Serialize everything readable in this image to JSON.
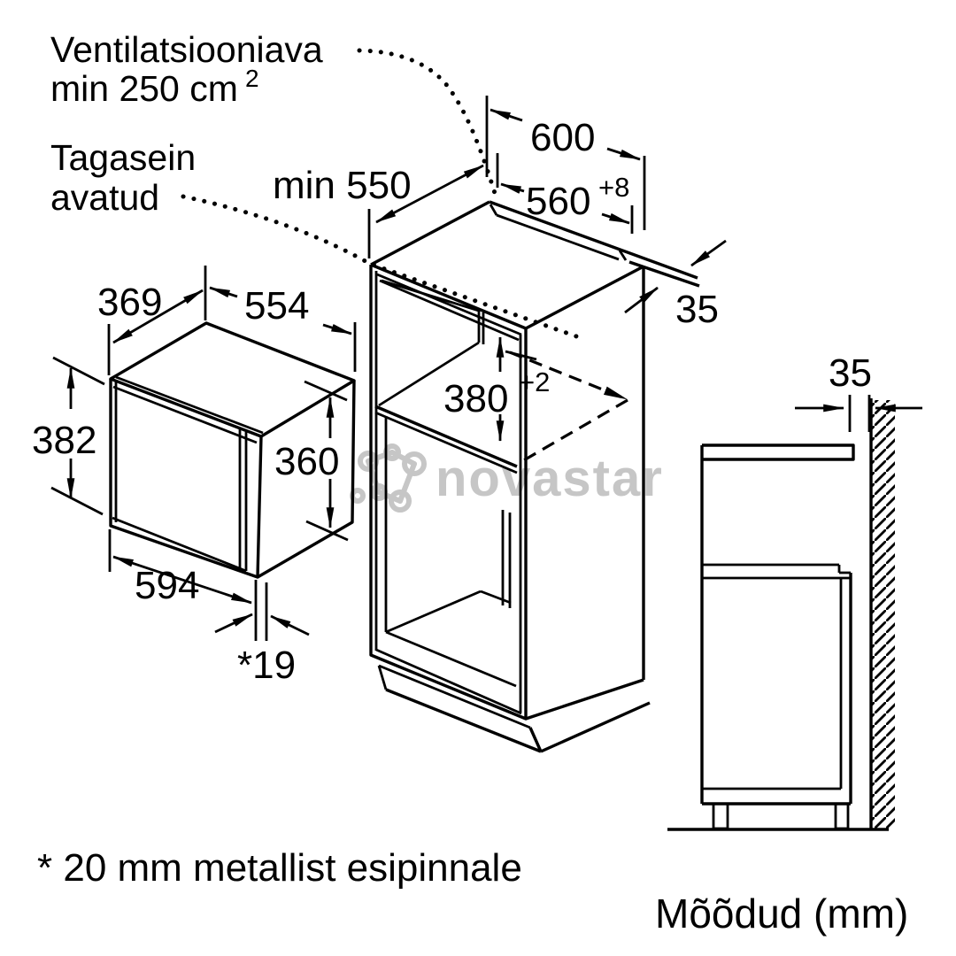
{
  "canvas": {
    "background": "#ffffff",
    "line_color": "#000000",
    "watermark_color": "#c6c6c6"
  },
  "annotations": {
    "ventilation_line1": "Ventilatsiooniava",
    "ventilation_line2": "min 250 cm",
    "ventilation_sup": "2",
    "back_open_line1": "Tagasein",
    "back_open_line2": "avatud",
    "footnote": "* 20 mm metallist esipinnale",
    "units_caption": "Mõõdud (mm)"
  },
  "dimensions": {
    "niche_depth_min": "min 550",
    "cabinet_width": "600",
    "niche_width": "560",
    "niche_width_tolerance": "+8",
    "side_panel_thickness": "35",
    "niche_height": "380",
    "niche_height_tolerance": "+2",
    "microwave_depth": "369",
    "microwave_body_width": "554",
    "microwave_height": "382",
    "microwave_front_height": "360",
    "microwave_door_width": "594",
    "door_protrusion": "*19",
    "wall_gap": "35"
  },
  "watermark": {
    "text": "novastar"
  }
}
